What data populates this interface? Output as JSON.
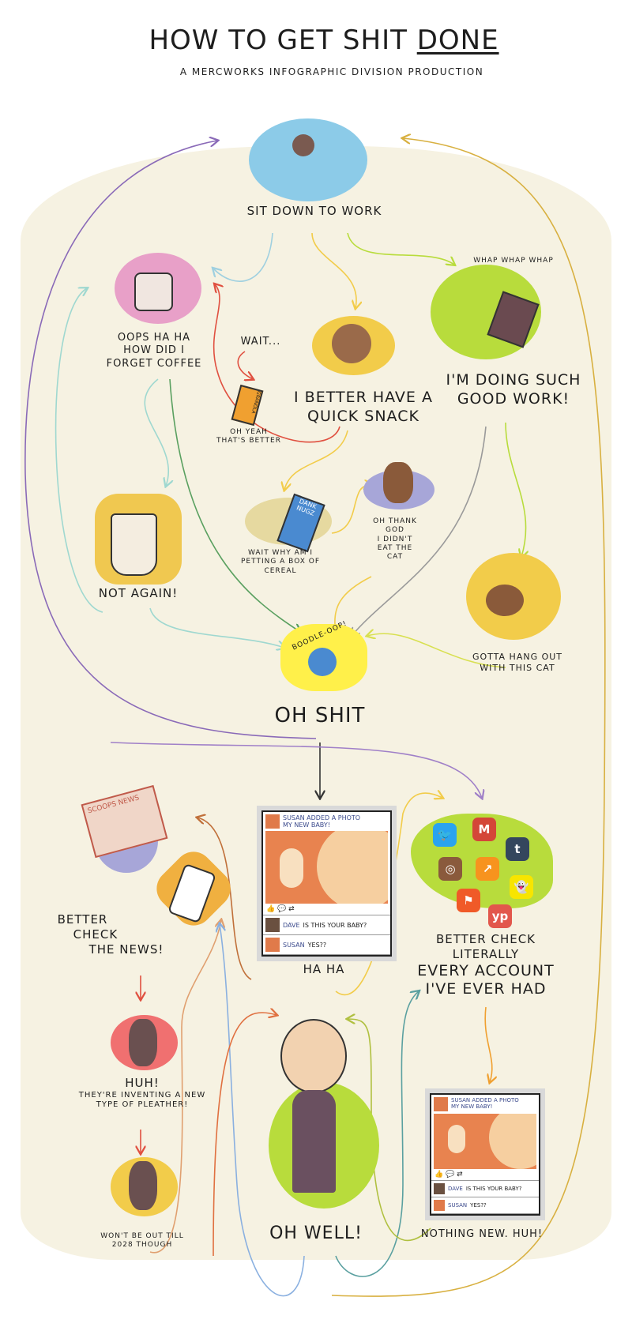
{
  "title": {
    "main": "How to get shit",
    "emph": "Done",
    "subtitle": "A Mercworks Infographic Division Production"
  },
  "nodes": {
    "sit_down": "Sit down to work",
    "coffee": [
      "Oops ha ha",
      "how did I",
      "forget coffee"
    ],
    "wait": "Wait...",
    "granola_label": "Granola",
    "oh_yeah": [
      "Oh yeah",
      "that's better"
    ],
    "snack": [
      "I better have a",
      "quick snack"
    ],
    "whap": [
      "Whap",
      "Whap",
      "Whap"
    ],
    "good_work": [
      "I'm doing such",
      "good work!"
    ],
    "not_again": "Not again!",
    "cereal": [
      "Wait why am I",
      "petting a box of",
      "cereal"
    ],
    "cereal_box": "Dank Nugz",
    "cat_thank": [
      "Oh thank",
      "God",
      "I didn't",
      "eat the",
      "cat"
    ],
    "hang_out": [
      "Gotta hang out",
      "with this cat"
    ],
    "boodle": "Boodle-oop!",
    "oh_shit": "Oh shit",
    "news": [
      "Better",
      "check",
      "the news!"
    ],
    "newspaper": [
      "Scoops",
      "News"
    ],
    "ha_ha": "Ha ha",
    "accounts": [
      "Better check",
      "literally",
      "every account",
      "I've ever had"
    ],
    "pleather": [
      "Huh!",
      "They're inventing a new",
      "type of pleather!"
    ],
    "wont_be_out": [
      "Won't be out till",
      "2028 though"
    ],
    "oh_well": "Oh well!",
    "nothing_new": "Nothing new. Huh!"
  },
  "post": {
    "author": "Susan",
    "action": "added a photo",
    "caption": "My new baby!",
    "actions": "👍 💬 ⇄",
    "comments": [
      {
        "user": "Dave",
        "text": "Is this your baby?"
      },
      {
        "user": "Susan",
        "text": "Yes??"
      }
    ]
  },
  "apps": [
    {
      "icon": "twitter-icon",
      "glyph": "🐦",
      "color": "#2aa3ef"
    },
    {
      "icon": "gmail-icon",
      "glyph": "M",
      "color": "#d44638"
    },
    {
      "icon": "tumblr-icon",
      "glyph": "t",
      "color": "#34465d"
    },
    {
      "icon": "instagram-icon",
      "glyph": "◎",
      "color": "#8a5a3c"
    },
    {
      "icon": "stats-icon",
      "glyph": "↗",
      "color": "#f7931e"
    },
    {
      "icon": "snapchat-icon",
      "glyph": "👻",
      "color": "#f7e500"
    },
    {
      "icon": "foursquare-icon",
      "glyph": "⚑",
      "color": "#f05a28"
    },
    {
      "icon": "yelp-icon",
      "glyph": "yp",
      "color": "#e2574c"
    }
  ],
  "colors": {
    "background": "#f6f2e2",
    "blue": "#8ccbe8",
    "pink": "#e8a0c8",
    "yellow": "#f2cc4a",
    "green": "#b8dc3c",
    "purple": "#a7a6d8",
    "orange": "#f0b040",
    "red": "#e86a6a"
  }
}
